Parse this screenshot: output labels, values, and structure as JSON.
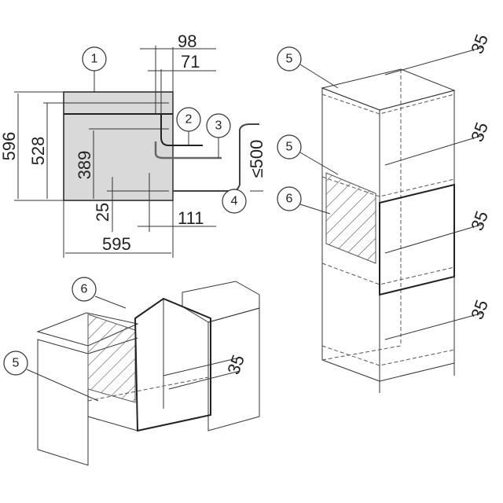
{
  "front_view": {
    "dimensions": {
      "d98": "98",
      "d71": "71",
      "d596": "596",
      "d528": "528",
      "d389": "389",
      "d25": "25",
      "d111": "111",
      "d595": "595",
      "d500": "≤500"
    },
    "callouts": {
      "c1": "1",
      "c2": "2",
      "c3": "3",
      "c4": "4"
    }
  },
  "tall_cabinet": {
    "callouts": {
      "c5a": "5",
      "c5b": "5",
      "c6": "6"
    },
    "dimensions": [
      "35",
      "35",
      "35",
      "35"
    ]
  },
  "base_cabinet": {
    "callouts": {
      "c6": "6",
      "c5": "5"
    },
    "dimensions": {
      "d35": "35"
    }
  },
  "colors": {
    "panel_fill": "#d9d9d9",
    "line": "#333333"
  }
}
